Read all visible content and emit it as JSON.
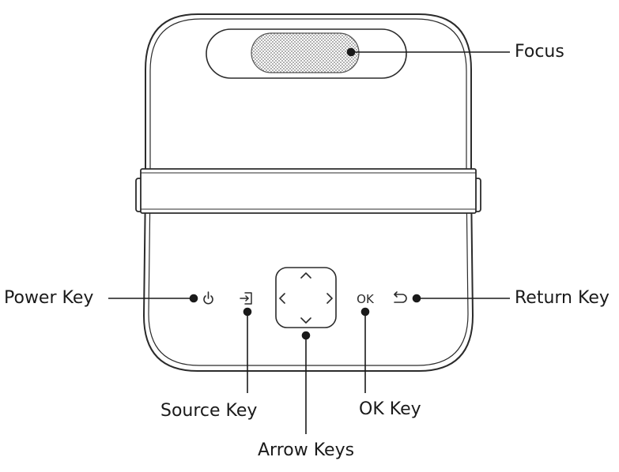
{
  "callouts": {
    "focus": "Focus",
    "power_key": "Power Key",
    "return_key": "Return Key",
    "source_key": "Source Key",
    "ok_key": "OK Key",
    "arrow_keys": "Arrow Keys"
  },
  "device": {
    "ok_glyph": "OK"
  },
  "colors": {
    "line": "#2b2b2b",
    "grille": "#8a8a8a"
  }
}
